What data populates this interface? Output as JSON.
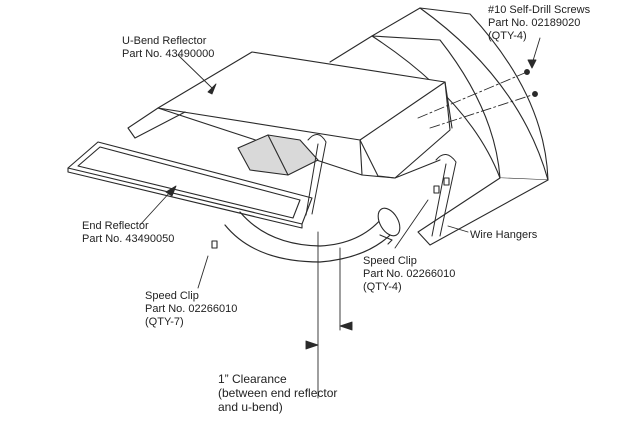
{
  "labels": {
    "screws": {
      "name": "#10 Self-Drill Screws",
      "part": "Part No. 02189020",
      "qty": "(QTY-4)"
    },
    "u_bend": {
      "name": "U-Bend Reflector",
      "part": "Part No. 43490000"
    },
    "end_reflector": {
      "name": "End Reflector",
      "part": "Part No. 43490050"
    },
    "wire_hangers": {
      "name": "Wire Hangers"
    },
    "speed_clip_right": {
      "name": "Speed Clip",
      "part": "Part No. 02266010",
      "qty": "(QTY-4)"
    },
    "speed_clip_left": {
      "name": "Speed Clip",
      "part": "Part No. 02266010",
      "qty": "(QTY-7)"
    },
    "clearance": {
      "line1": "1” Clearance",
      "line2": "(between end reflector",
      "line3": "and u-bend)"
    }
  },
  "colors": {
    "line": "#2a2a2a",
    "fill": "#ffffff",
    "shade": "#d9d9d9",
    "text": "#222222"
  }
}
